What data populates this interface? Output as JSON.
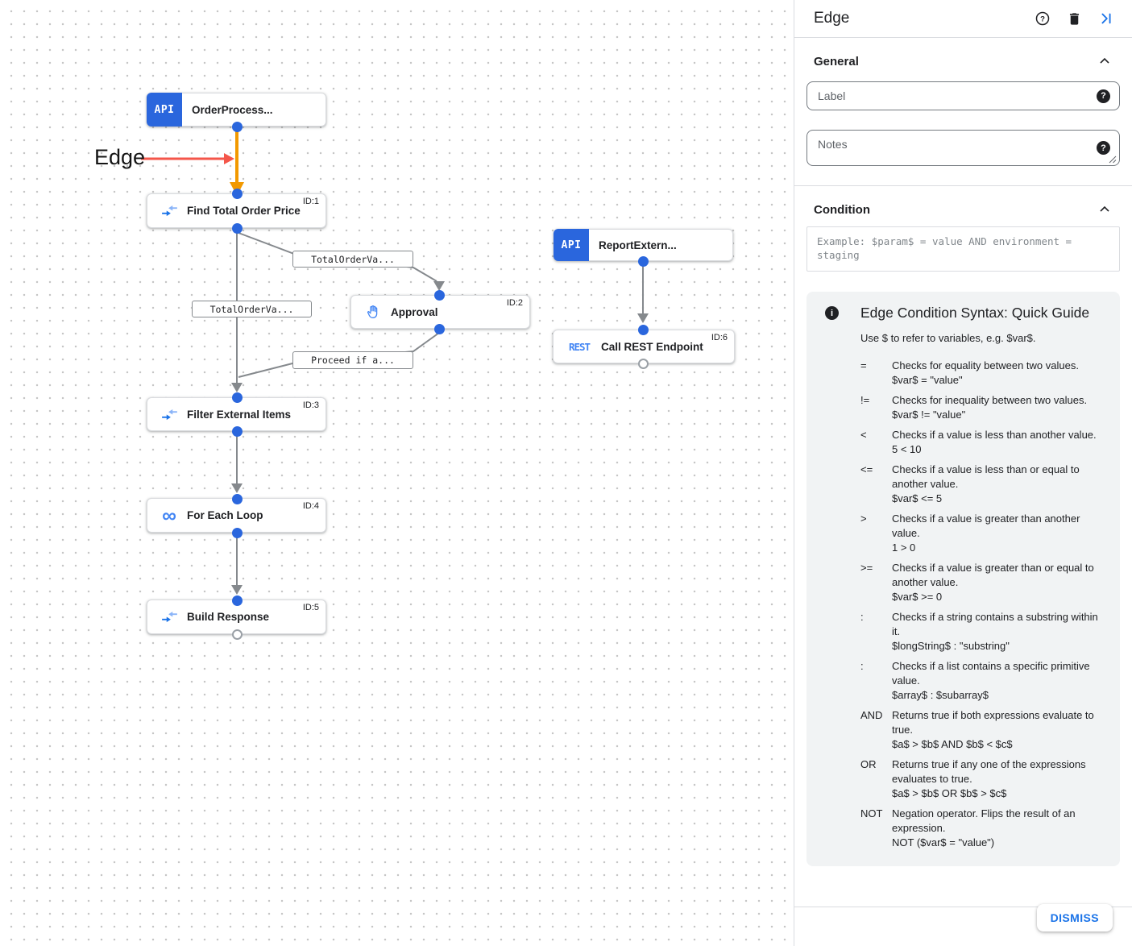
{
  "canvas": {
    "annotation": {
      "label": "Edge"
    },
    "icons": {
      "api": "API",
      "rest": "REST",
      "loop": "∞"
    },
    "colors": {
      "accent_blue": "#1a73e8",
      "icon_blue": "#4285f4",
      "selected_edge_orange": "#f29900",
      "annotation_red": "#f4564a",
      "edge_gray": "#85898d"
    },
    "nodes": [
      {
        "label": "OrderProcess...",
        "icon": "api-icon"
      },
      {
        "label": "Find Total Order Price",
        "id": "ID:1",
        "icon": "data-mapping-icon"
      },
      {
        "label": "Approval",
        "id": "ID:2",
        "icon": "approval-hand-icon"
      },
      {
        "label": "Filter External Items",
        "id": "ID:3",
        "icon": "data-mapping-icon"
      },
      {
        "label": "For Each Loop",
        "id": "ID:4",
        "icon": "loop-icon"
      },
      {
        "label": "Build Response",
        "id": "ID:5",
        "icon": "data-mapping-icon"
      },
      {
        "label": "ReportExtern...",
        "icon": "api-icon"
      },
      {
        "label": "Call REST Endpoint",
        "id": "ID:6",
        "icon": "rest-icon"
      }
    ],
    "edge_labels": [
      {
        "text": "TotalOrderVa..."
      },
      {
        "text": "TotalOrderVa..."
      },
      {
        "text": "Proceed if a..."
      }
    ]
  },
  "panel": {
    "title": "Edge",
    "general": {
      "title": "General",
      "label_placeholder": "Label",
      "notes_placeholder": "Notes"
    },
    "condition": {
      "title": "Condition",
      "placeholder": "Example: $param$ = value AND environment = staging"
    },
    "guide": {
      "title": "Edge Condition Syntax: Quick Guide",
      "subtitle": "Use $ to refer to variables, e.g. $var$.",
      "rows": [
        {
          "op": "=",
          "desc": "Checks for equality between two values.",
          "example": "$var$ = \"value\""
        },
        {
          "op": "!=",
          "desc": "Checks for inequality between two values.",
          "example": "$var$ != \"value\""
        },
        {
          "op": "<",
          "desc": "Checks if a value is less than another value.",
          "example": "5 < 10"
        },
        {
          "op": "<=",
          "desc": "Checks if a value is less than or equal to another value.",
          "example": "$var$ <= 5"
        },
        {
          "op": ">",
          "desc": "Checks if a value is greater than another value.",
          "example": "1 > 0"
        },
        {
          "op": ">=",
          "desc": "Checks if a value is greater than or equal to another value.",
          "example": "$var$ >= 0"
        },
        {
          "op": ":",
          "desc": "Checks if a string contains a substring within it.",
          "example": "$longString$ : \"substring\""
        },
        {
          "op": ":",
          "desc": "Checks if a list contains a specific primitive value.",
          "example": "$array$ : $subarray$"
        },
        {
          "op": "AND",
          "desc": "Returns true if both expressions evaluate to true.",
          "example": "$a$ > $b$ AND $b$ < $c$"
        },
        {
          "op": "OR",
          "desc": "Returns true if any one of the expressions evaluates to true.",
          "example": "$a$ > $b$ OR $b$ > $c$"
        },
        {
          "op": "NOT",
          "desc": "Negation operator. Flips the result of an expression.",
          "example": "NOT ($var$ = \"value\")"
        }
      ]
    },
    "dismiss_label": "DISMISS"
  }
}
